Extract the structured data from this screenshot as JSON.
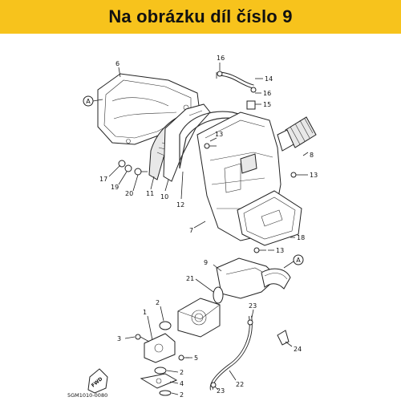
{
  "banner": {
    "text": "Na obrázku díl číslo 9",
    "color": "#f7c31c"
  },
  "ref_marker": "A",
  "fwd_label": "FWD",
  "drawing_code": "5GM1010-0080",
  "callouts": {
    "c1": "1",
    "c2a": "2",
    "c2b": "2",
    "c2c": "2",
    "c3": "3",
    "c4": "4",
    "c5": "5",
    "c6": "6",
    "c7": "7",
    "c8": "8",
    "c9": "9",
    "c10": "10",
    "c11": "11",
    "c12": "12",
    "c13a": "13",
    "c13b": "13",
    "c13c": "13",
    "c14": "14",
    "c15": "15",
    "c16a": "16",
    "c16b": "16",
    "c17": "17",
    "c18": "18",
    "c19": "19",
    "c20": "20",
    "c21": "21",
    "c22": "22",
    "c23a": "23",
    "c23b": "23",
    "c24": "24"
  }
}
